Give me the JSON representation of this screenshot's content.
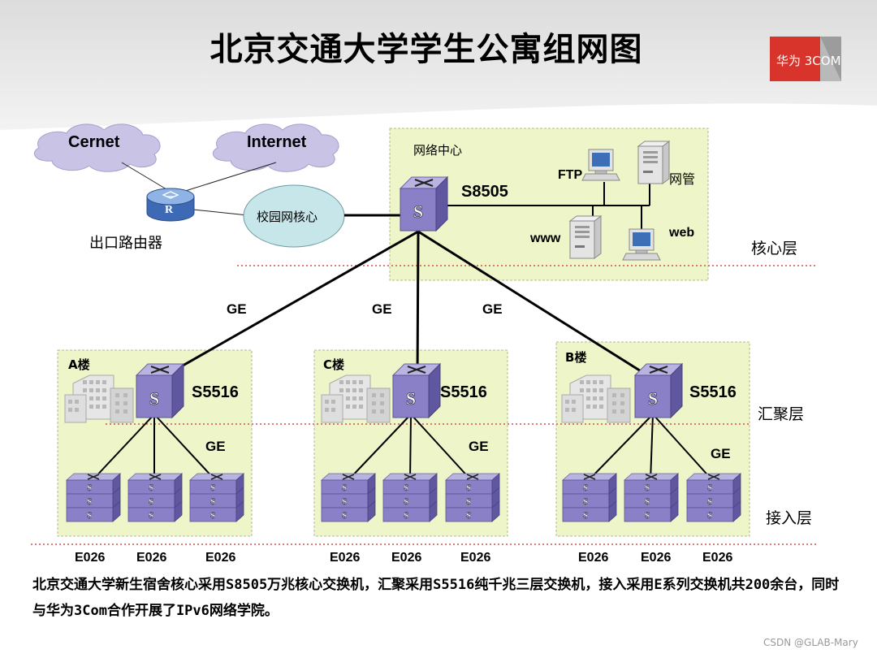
{
  "title": "北京交通大学学生公寓组网图",
  "logo": {
    "text": "华为 3COM",
    "color": "#d9342b"
  },
  "clouds": {
    "cernet": "Cernet",
    "internet": "Internet"
  },
  "router": {
    "glyph": "R",
    "label": "出口路由器"
  },
  "campus_core": "校园网核心",
  "network_center": {
    "label": "网络中心",
    "switch_model": "S8505",
    "servers": {
      "ftp": "FTP",
      "mgmt": "网管",
      "www": "www",
      "web": "web"
    }
  },
  "layers": {
    "core": "核心层",
    "aggregation": "汇聚层",
    "access": "接入层"
  },
  "uplinks": [
    "GE",
    "GE",
    "GE"
  ],
  "buildings": [
    {
      "name": "A楼",
      "switch": "S5516",
      "downlink": "GE",
      "access": [
        "E026",
        "E026",
        "E026"
      ]
    },
    {
      "name": "C楼",
      "switch": "S5516",
      "downlink": "GE",
      "access": [
        "E026",
        "E026",
        "E026"
      ]
    },
    {
      "name": "B楼",
      "switch": "S5516",
      "downlink": "GE",
      "access": [
        "E026",
        "E026",
        "E026"
      ]
    }
  ],
  "switch_glyph": "S",
  "caption": "北京交通大学新生宿舍核心采用S8505万兆核心交换机，汇聚采用S5516纯千兆三层交换机，接入采用E系列交换机共200余台，同时与华为3Com合作开展了IPv6网络学院。",
  "watermark": "CSDN @GLAB-Mary",
  "colors": {
    "zone_fill": "#eef5c8",
    "switch_top": "#b8b3e0",
    "switch_front": "#8a80c8",
    "cloud": "#c9c3e6"
  }
}
